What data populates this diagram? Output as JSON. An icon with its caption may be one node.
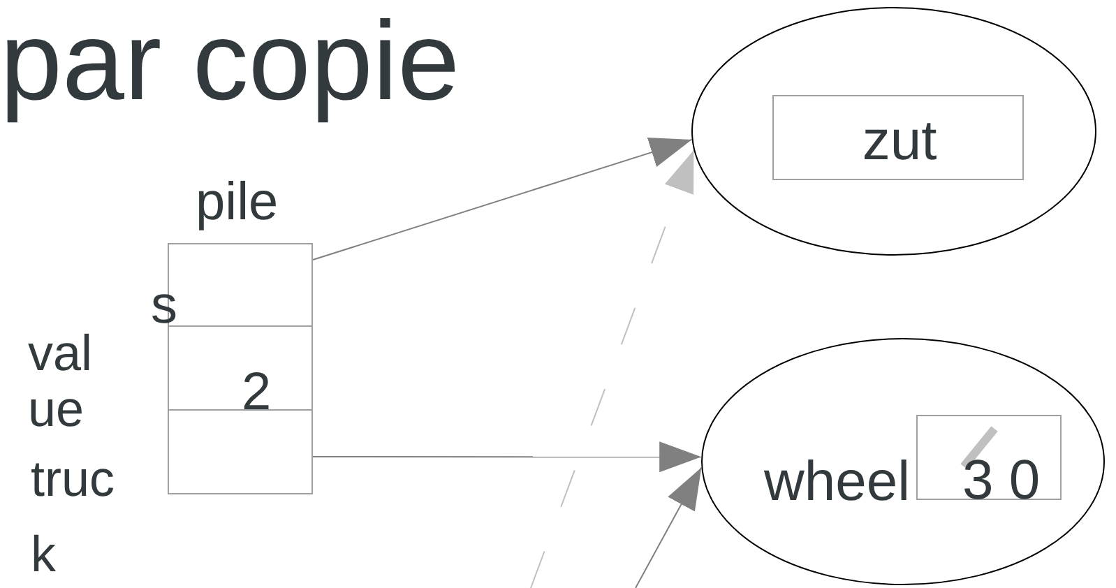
{
  "diagram": {
    "title": "par copie",
    "nodes": [
      {
        "text": [],
        "shape": "box"
      },
      {
        "text": [
          "2"
        ]
      },
      {
        "text": [],
        "shape": "box"
      },
      {
        "text": [],
        "shape": "circle"
      },
      {
        "text": [
          "zut"
        ],
        "in": 3
      },
      {
        "text": [
          "wheel"
        ]
      },
      {
        "text": [
          "3 0"
        ],
        "in": 5
      }
    ],
    "edges": [
      {
        "from": 0,
        "to": 3,
        "arrow": "to"
      },
      {
        "from": 2,
        "to": 5,
        "arrow": "to"
      },
      {
        "from": null,
        "to": 3,
        "arrow": "to",
        "style": "dashed",
        "color": "#c0c0c0"
      },
      {
        "from": null,
        "to": 5,
        "arrow": "to"
      }
    ],
    "labels": [
      "pile",
      "s",
      "val ue",
      "truc k"
    ]
  }
}
